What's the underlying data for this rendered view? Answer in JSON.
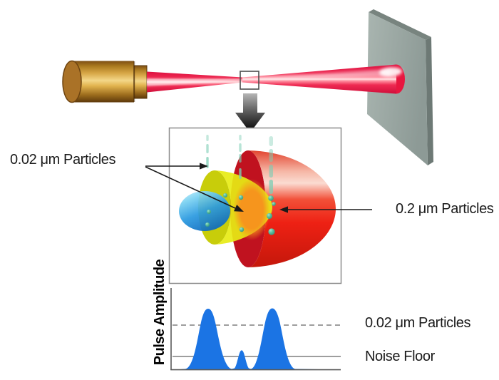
{
  "diagram": {
    "left_particle_label": "0.02 μm Particles",
    "right_particle_label": "0.2 μm Particles"
  },
  "chart": {
    "y_axis_label": "Pulse Amplitude",
    "dashed_line_label": "0.02 μm Particles",
    "solid_line_label": "Noise Floor"
  },
  "colors": {
    "beam_red": "#ED1B41",
    "shell_red": "#EE2014",
    "shell_orange": "#F6951D",
    "shell_yellow": "#E7EC15",
    "core_blue": "#2196E3",
    "particle_teal": "#52B695",
    "pulse_blue": "#1B74E4",
    "laser_gold": "#C8922F",
    "screen_gray": "#9CA8A4"
  },
  "chart_data": {
    "type": "area",
    "title": "",
    "xlabel": "",
    "ylabel": "Pulse Amplitude",
    "x_range": [
      0,
      1
    ],
    "y_range": [
      0,
      1
    ],
    "grid": false,
    "legend": "none",
    "fill_color": "#1B74E4",
    "peaks": [
      {
        "x": 0.22,
        "amplitude": 0.76,
        "width": 0.1
      },
      {
        "x": 0.42,
        "amplitude": 0.24,
        "width": 0.035
      },
      {
        "x": 0.6,
        "amplitude": 0.76,
        "width": 0.1
      }
    ],
    "reference_lines": [
      {
        "label": "0.02 μm Particles",
        "style": "dashed",
        "y": 0.55
      },
      {
        "label": "Noise Floor",
        "style": "solid",
        "y": 0.165
      }
    ]
  }
}
